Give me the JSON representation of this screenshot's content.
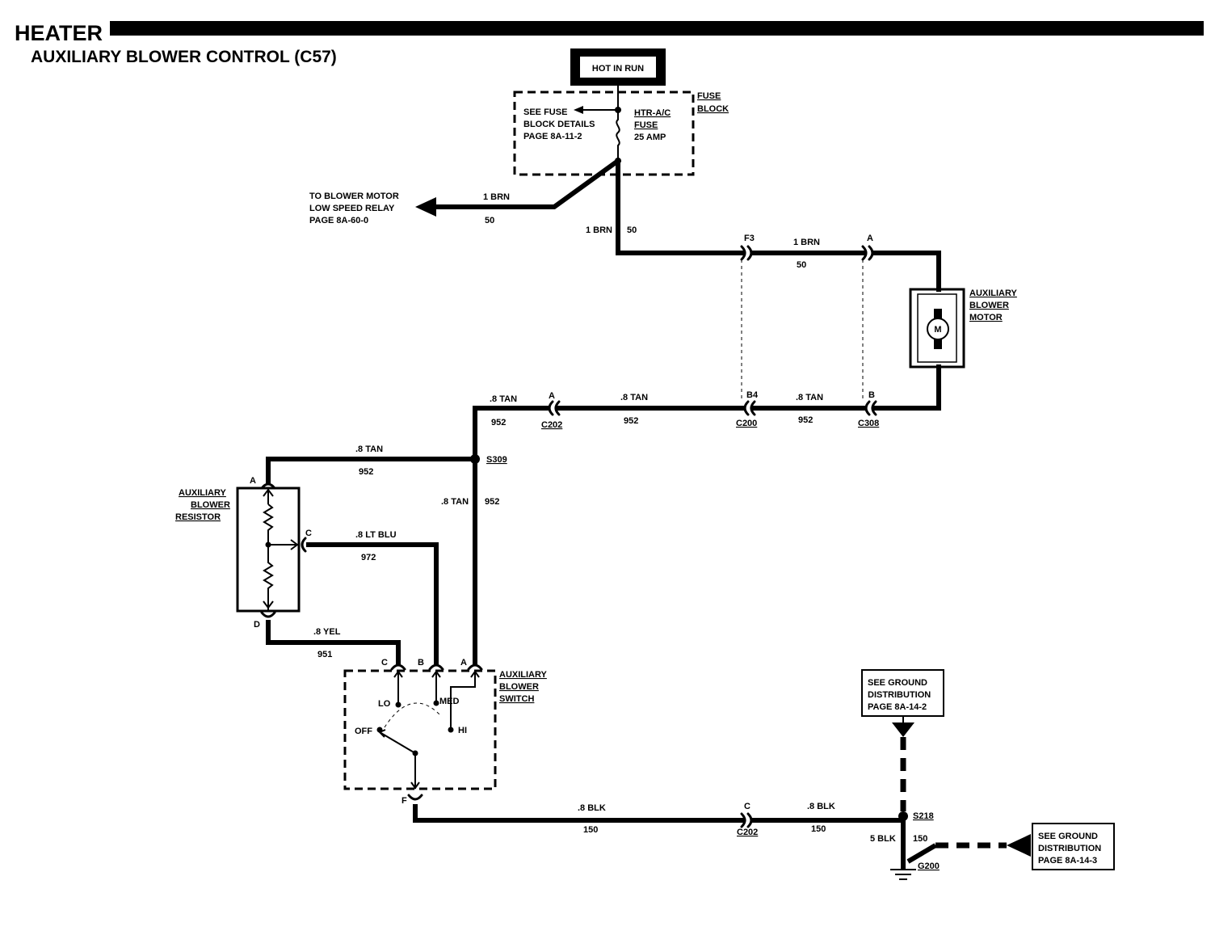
{
  "title": "HEATER",
  "subtitle": "AUXILIARY BLOWER CONTROL (C57)",
  "power": {
    "label": "HOT IN RUN"
  },
  "fuse_block": {
    "label_1": "FUSE",
    "label_2": "BLOCK",
    "details_1": "SEE FUSE",
    "details_2": "BLOCK DETAILS",
    "details_3": "PAGE 8A-11-2",
    "fuse_1": "HTR-A/C",
    "fuse_2": "FUSE",
    "fuse_3": "25 AMP"
  },
  "low_speed_relay": {
    "line_1": "TO BLOWER MOTOR",
    "line_2": "LOW SPEED RELAY",
    "line_3": "PAGE 8A-60-0"
  },
  "wires": {
    "brn_1": {
      "color": "1 BRN",
      "circuit": "50"
    },
    "brn_2": {
      "color": "1 BRN",
      "circuit": "50"
    },
    "brn_3": {
      "color": "1 BRN",
      "circuit": "50"
    },
    "tan_1": {
      "color": ".8 TAN",
      "circuit": "952"
    },
    "tan_2": {
      "color": ".8 TAN",
      "circuit": "952"
    },
    "tan_3": {
      "color": ".8 TAN",
      "circuit": "952"
    },
    "tan_4": {
      "color": ".8 TAN",
      "circuit": "952"
    },
    "tan_5": {
      "color": ".8 TAN",
      "circuit": "952"
    },
    "ltblu": {
      "color": ".8 LT BLU",
      "circuit": "972"
    },
    "yel": {
      "color": ".8 YEL",
      "circuit": "951"
    },
    "blk_1": {
      "color": ".8 BLK",
      "circuit": "150"
    },
    "blk_2": {
      "color": ".8 BLK",
      "circuit": "150"
    },
    "blk_3": {
      "color": "5 BLK",
      "circuit": "150"
    }
  },
  "connectors": {
    "f3": "F3",
    "a_top": "A",
    "b4": "B4",
    "b_c308": "B",
    "a_c202": "A",
    "c202": "C202",
    "c200": "C200",
    "c308": "C308",
    "c_c202": "C",
    "c202_lower": "C202"
  },
  "splices": {
    "s309": "S309",
    "s218": "S218",
    "g200": "G200"
  },
  "blower_motor": {
    "line_1": "AUXILIARY",
    "line_2": "BLOWER",
    "line_3": "MOTOR",
    "symbol": "M"
  },
  "resistor": {
    "line_1": "AUXILIARY",
    "line_2": "BLOWER",
    "line_3": "RESISTOR",
    "pin_a": "A",
    "pin_c": "C",
    "pin_d": "D"
  },
  "switch": {
    "line_1": "AUXILIARY",
    "line_2": "BLOWER",
    "line_3": "SWITCH",
    "pin_c": "C",
    "pin_b": "B",
    "pin_a": "A",
    "pin_f": "F",
    "pos_lo": "LO",
    "pos_med": "MED",
    "pos_hi": "HI",
    "pos_off": "OFF"
  },
  "ground_top": {
    "line_1": "SEE GROUND",
    "line_2": "DISTRIBUTION",
    "line_3": "PAGE 8A-14-2"
  },
  "ground_right": {
    "line_1": "SEE GROUND",
    "line_2": "DISTRIBUTION",
    "line_3": "PAGE 8A-14-3"
  }
}
